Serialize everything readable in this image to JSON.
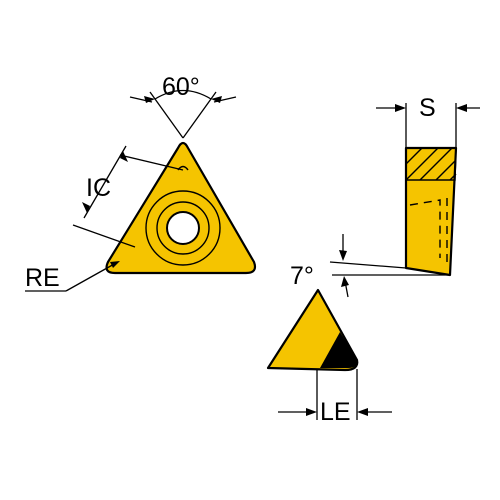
{
  "labels": {
    "angle_top": "60°",
    "inscribed_circle": "IC",
    "corner_radius": "RE",
    "thickness": "S",
    "clearance_angle": "7°",
    "edge_length": "LE"
  },
  "colors": {
    "insert_fill": "#F5C400",
    "outline": "#000000",
    "background": "#FFFFFF"
  }
}
